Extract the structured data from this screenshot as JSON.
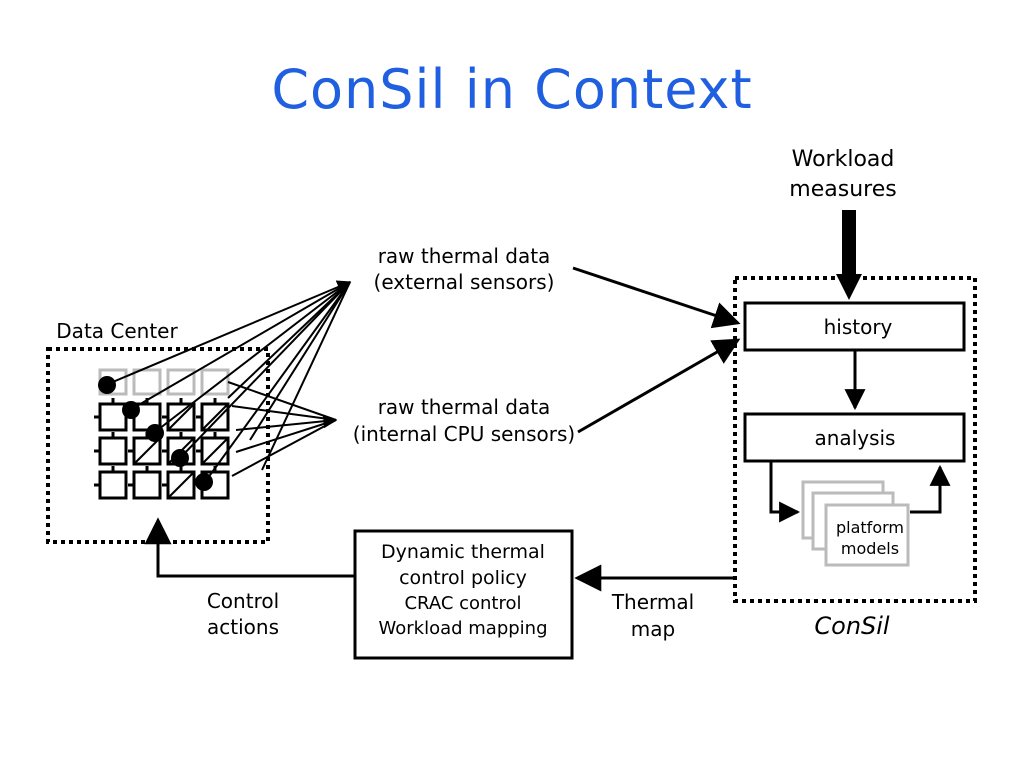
{
  "title": "ConSil in Context",
  "colors": {
    "title": "#1f5fe0",
    "grid_gray": "#bbbbbb",
    "line": "#000000"
  },
  "labels": {
    "workload_line1": "Workload",
    "workload_line2": "measures",
    "data_center": "Data Center",
    "ext_line1": "raw thermal data",
    "ext_line2": "(external sensors)",
    "int_line1": "raw thermal data",
    "int_line2": "(internal CPU sensors)",
    "history": "history",
    "analysis": "analysis",
    "platform_line1": "platform",
    "platform_line2": "models",
    "consil": "ConSil",
    "policy_line1": "Dynamic thermal",
    "policy_line2": "control policy",
    "policy_line3": "CRAC control",
    "policy_line4": "Workload mapping",
    "control_line1": "Control",
    "control_line2": "actions",
    "thermal_line1": "Thermal",
    "thermal_line2": "map"
  }
}
